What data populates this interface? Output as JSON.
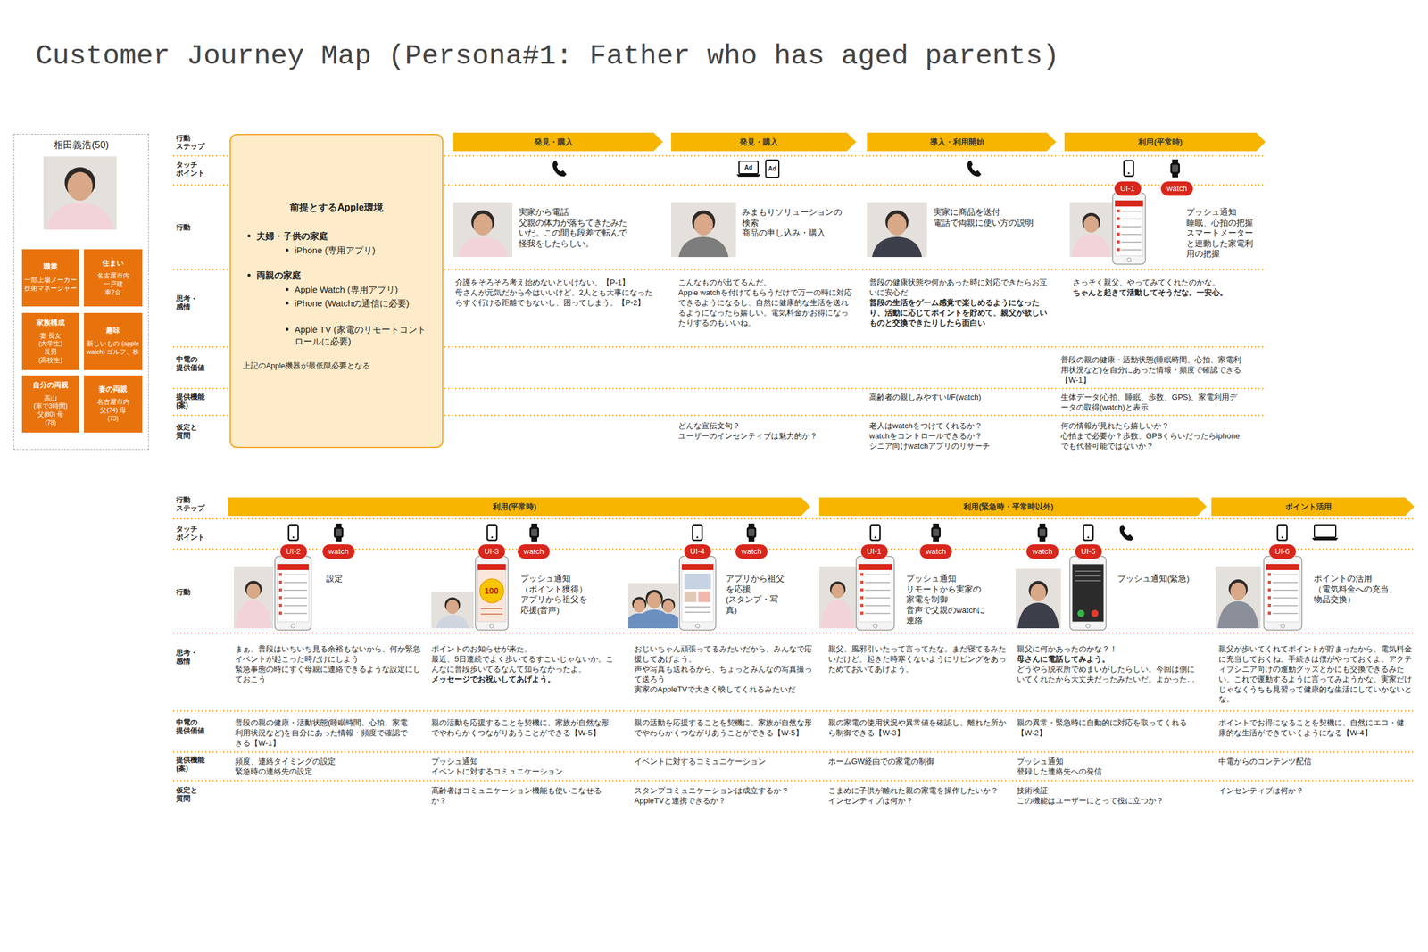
{
  "diagram": {
    "title": "Customer Journey Map (Persona#1: Father who has aged parents)",
    "nodes": [
      {
        "text": [
          "相田義浩(50)"
        ]
      },
      {
        "text": [
          "職業",
          "一部上場メーカー 技術マネージャー"
        ],
        "in": 0
      },
      {
        "text": [
          "住まい",
          "名古屋市内 一戸建 車2台"
        ],
        "in": 0
      },
      {
        "text": [
          "家族構成",
          "妻 長女(大学生) 長男(高校生)"
        ],
        "in": 0
      },
      {
        "text": [
          "趣味",
          "新しいもの (apple watch) ゴルフ、株"
        ],
        "in": 0
      },
      {
        "text": [
          "自分の両親",
          "高山(車で3時間) 父(80) 母(78)"
        ],
        "in": 0
      },
      {
        "text": [
          "妻の両親",
          "名古屋市内 父(74) 母(73)"
        ],
        "in": 0
      },
      {
        "text": [
          "前提とするApple環境",
          "夫婦・子供の家庭",
          "iPhone (専用アプリ)",
          "両親の家庭",
          "Apple Watch (専用アプリ)",
          "iPhone (Watchの通信に必要)",
          "Apple TV (家電のリモートコントロールに必要)",
          "上記のApple機器が最低限必要となる"
        ]
      },
      {
        "text": [
          "発見・購入"
        ]
      },
      {
        "text": [
          "発見・購入"
        ]
      },
      {
        "text": [
          "導入・利用開始"
        ]
      },
      {
        "text": [
          "利用(平常時)"
        ]
      },
      {
        "text": [
          "UI-1"
        ]
      },
      {
        "text": [
          "watch"
        ]
      },
      {
        "text": [
          "利用(平常時)"
        ]
      },
      {
        "text": [
          "利用(緊急時・平常時以外)"
        ]
      },
      {
        "text": [
          "ポイント活用"
        ]
      },
      {
        "text": [
          "UI-2"
        ]
      },
      {
        "text": [
          "watch"
        ]
      },
      {
        "text": [
          "UI-3"
        ]
      },
      {
        "text": [
          "watch"
        ]
      },
      {
        "text": [
          "UI-4"
        ]
      },
      {
        "text": [
          "watch"
        ]
      },
      {
        "text": [
          "UI-1"
        ]
      },
      {
        "text": [
          "watch"
        ]
      },
      {
        "text": [
          "watch"
        ]
      },
      {
        "text": [
          "UI-5"
        ]
      },
      {
        "text": [
          "UI-6"
        ]
      }
    ],
    "labels": [
      "行動 ステップ",
      "タッチ ポイント",
      "行動",
      "思考・ 感情",
      "中電の 提供価値",
      "提供機能 (案)",
      "仮定と 質問",
      "行動 ステップ",
      "タッチ ポイント",
      "行動",
      "思考・ 感情",
      "中電の 提供価値",
      "提供機能 (案)",
      "仮定と 質問",
      "Ad",
      "Ad",
      "100",
      "実家から電話",
      "父親の体力が落ちてきたみたいだ。この間も段差で転んで怪我をしたらしい。",
      "介護をそろそろ考え始めないといけない。【P-1】",
      "母さんが元気だから今はいいけど、2人とも大事になったらすぐ行ける距離でもないし、困ってしまう。【P-2】",
      "みまもりソリューションの検索",
      "商品の申し込み・購入",
      "こんなものが出てるんだ。",
      "Apple watchを付けてもらうだけで万一の時に対応できるようになるし、自然に健康的な生活を送れるようになったら嬉しい。電気料金がお得になったりするのもいいね。",
      "どんな宣伝文句？",
      "ユーザーのインセンティブは魅力的か？",
      "実家に商品を送付",
      "電話で両親に使い方の説明",
      "普段の健康状態や何かあった時に対応できたらお互いに安心だ",
      "普段の生活をゲーム感覚で楽しめるようになったり、活動に応じてポイントを貯めて、親父が欲しいものと交換できたりしたら面白い",
      "高齢者の親しみやすいI/F(watch)",
      "老人はwatchをつけてくれるか？",
      "watchをコントロールできるか？",
      "シニア向けwatchアプリのリサーチ",
      "プッシュ通知",
      "睡眠、心拍の把握",
      "スマートメーターと連動した家電利用の把握",
      "さっそく親父、やってみてくれたのかな。",
      "ちゃんと起きて活動してそうだな。一安心。",
      "普段の親の健康・活動状態(睡眠時間、心拍、家電利用状況など)を自分にあった情報・頻度で確認できる【W-1】",
      "生体データ(心拍、睡眠、歩数、GPS)、家電利用データの取得(watch)と表示",
      "何の情報が見れたら嬉しいか？",
      "心拍まで必要か？歩数、GPSくらいだったらiphoneでも代替可能ではないか？",
      "設定",
      "まぁ、普段はいちいち見る余裕もないから、何か緊急イベントが起こった時だけにしよう",
      "緊急事態の時にすぐ母親に連絡できるような設定にしておこう",
      "普段の親の健康・活動状態(睡眠時間、心拍、家電利用状況など)を自分にあった情報・頻度で確認できる【W-1】",
      "頻度、連絡タイミングの設定",
      "緊急時の連絡先の設定",
      "プッシュ通知",
      "（ポイント獲得）",
      "アプリから祖父を応援(音声)",
      "ポイントのお知らせが来た。",
      "最近、5日連続でよく歩いてるすごいじゃないか。こんなに普段歩いてるなんて知らなかったよ。",
      "メッセージでお祝いしてあげよう。",
      "親の活動を応援することを契機に、家族が自然な形でやわらかくつながりあうことができる【W-5】",
      "プッシュ通知",
      "イベントに対するコミュニケーション",
      "高齢者はコミュニケーション機能も使いこなせるか？",
      "アプリから祖父を応援",
      "(スタンプ・写真)",
      "おじいちゃん頑張ってるみたいだから、みんなで応援してあげよう。",
      "声や写真も送れるから、ちょっとみんなの写真撮って送ろう",
      "実家のAppleTVで大きく映してくれるみたいだ",
      "親の活動を応援することを契機に、家族が自然な形でやわらかくつながりあうことができる【W-5】",
      "イベントに対するコミュニケーション",
      "スタンプコミュニケーションは成立するか？",
      "AppleTVと連携できるか？",
      "プッシュ通知",
      "リモートから実家の家電を制御",
      "音声で父親のwatchに連絡",
      "親父、風邪引いたって言ってたな。まだ寝てるみたいだけど、起きた時寒くないようにリビングをあっためておいてあげよう。",
      "親の家電の使用状況や異常値を確認し、離れた所から制御できる【W-3】",
      "ホームGW経由での家電の制御",
      "こまめに子供が離れた親の家電を操作したいか？",
      "インセンティブは何か？",
      "プッシュ通知(緊急)",
      "親父に何かあったのかな？！",
      "母さんに電話してみよう。",
      "どうやら脱衣所でめまいがしたらしい。今回は側にいてくれたから大丈夫だったみたいだ。よかった…",
      "親の異常・緊急時に自動的に対応を取ってくれる【W-2】",
      "プッシュ通知",
      "登録した連絡先への発信",
      "技術検証",
      "この機能はユーザーにとって役に立つか？",
      "ポイントの活用",
      "（電気料金への充当、物品交換）",
      "親父が歩いてくれてポイントが貯まったから、電気料金に充当しておくね。手続きは僕がやっておくよ。アクティブシニア向けの運動グッズとかにも交換できるみたい。これで運動するように言ってみようかな。実家だけじゃなくうちも見習って健康的な生活にしていかないとな。",
      "ポイントでお得になることを契機に、自然にエコ・健康的な生活ができていくようになる【W-4】",
      "中電からのコンテンツ配信",
      "インセンティブは何か？"
    ]
  }
}
